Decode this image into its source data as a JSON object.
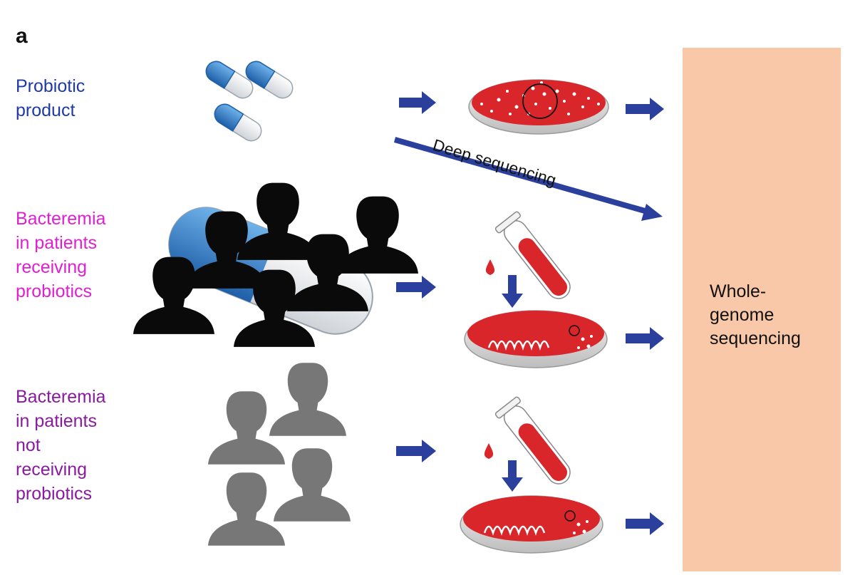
{
  "panel_label": "a",
  "rows": [
    {
      "id": "probiotic",
      "lines": [
        "Probiotic",
        "product"
      ],
      "color": "#1f3aa8"
    },
    {
      "id": "bacteremia-probiotics",
      "lines": [
        "Bacteremia",
        "in patients",
        "receiving",
        "probiotics"
      ],
      "color": "#e020d0"
    },
    {
      "id": "bacteremia-no-probiotics",
      "lines": [
        "Bacteremia",
        "in patients",
        "not",
        "receiving",
        "probiotics"
      ],
      "color": "#8a1aa0"
    }
  ],
  "deep_sequencing_label": "Deep sequencing",
  "wgs_lines": [
    "Whole-",
    "genome",
    "sequencing"
  ],
  "colors": {
    "arrow": "#2b3f9c",
    "agar": "#d8262a",
    "wgs_box": "#f8c8a8",
    "silhouette_dark": "#0a0a0a",
    "silhouette_gray": "#777777",
    "capsule_blue": "#2a7fc4"
  }
}
